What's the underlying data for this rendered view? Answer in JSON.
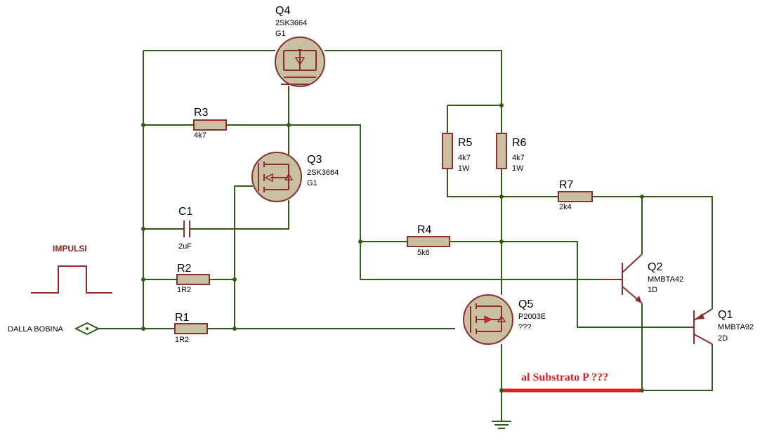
{
  "schematic": {
    "components": {
      "q4": {
        "ref": "Q4",
        "value": "2SK3664",
        "sub": "G1"
      },
      "q3": {
        "ref": "Q3",
        "value": "2SK3664",
        "sub": "G1"
      },
      "q5": {
        "ref": "Q5",
        "value": "P2003E",
        "sub": "???"
      },
      "q2": {
        "ref": "Q2",
        "value": "MMBTA42",
        "sub": "1D"
      },
      "q1": {
        "ref": "Q1",
        "value": "MMBTA92",
        "sub": "2D"
      },
      "r1": {
        "ref": "R1",
        "value": "1R2"
      },
      "r2": {
        "ref": "R2",
        "value": "1R2"
      },
      "r3": {
        "ref": "R3",
        "value": "4k7"
      },
      "r4": {
        "ref": "R4",
        "value": "5k6"
      },
      "r5": {
        "ref": "R5",
        "value": "4k7",
        "power": "1W"
      },
      "r6": {
        "ref": "R6",
        "value": "4k7",
        "power": "1W"
      },
      "r7": {
        "ref": "R7",
        "value": "2k4"
      },
      "c1": {
        "ref": "C1",
        "value": "2uF"
      }
    },
    "input_label": "DALLA BOBINA",
    "pulse_label": "IMPULSI",
    "substrate_label": "al Substrato P ???",
    "colors": {
      "wire": "#2f5d17",
      "component": "#8a2f2f",
      "component_fill": "#c8c0a0",
      "highlight": "#e02020",
      "pulse_label": "#8a1f1f"
    }
  }
}
